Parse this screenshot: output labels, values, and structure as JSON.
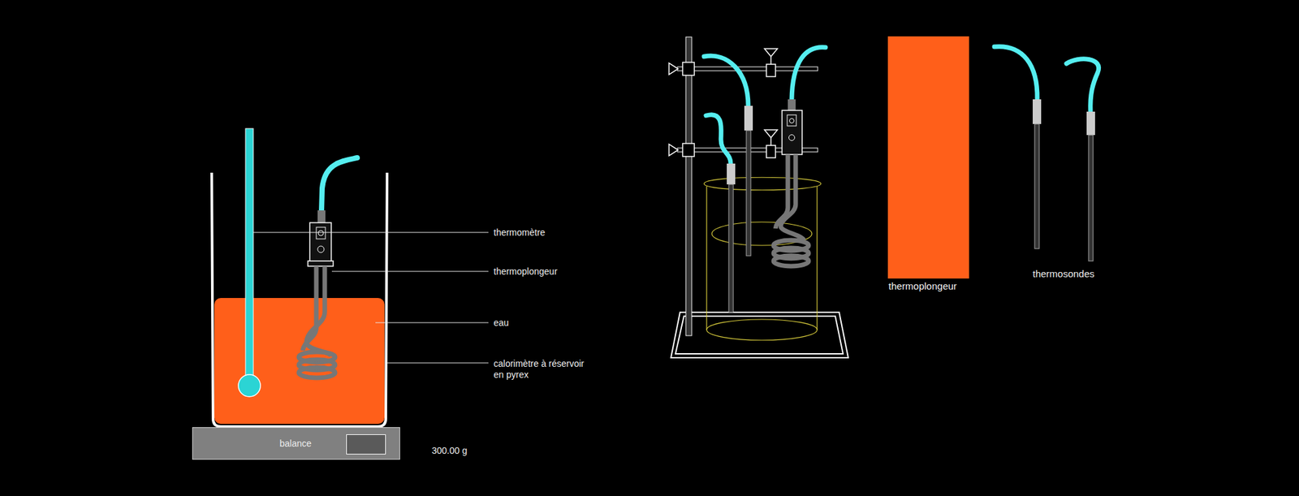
{
  "diagram": {
    "nodes": [
      {
        "text": [
          "balance"
        ]
      },
      {
        "text": [
          "300.00 g"
        ],
        "in": 0
      },
      {
        "text": [
          "thermoplongeur"
        ]
      }
    ],
    "labels": [
      "thermomètre",
      "thermoplongeur",
      "eau",
      "calorimètre à réservoir en pyrex",
      "thermosondes"
    ]
  }
}
